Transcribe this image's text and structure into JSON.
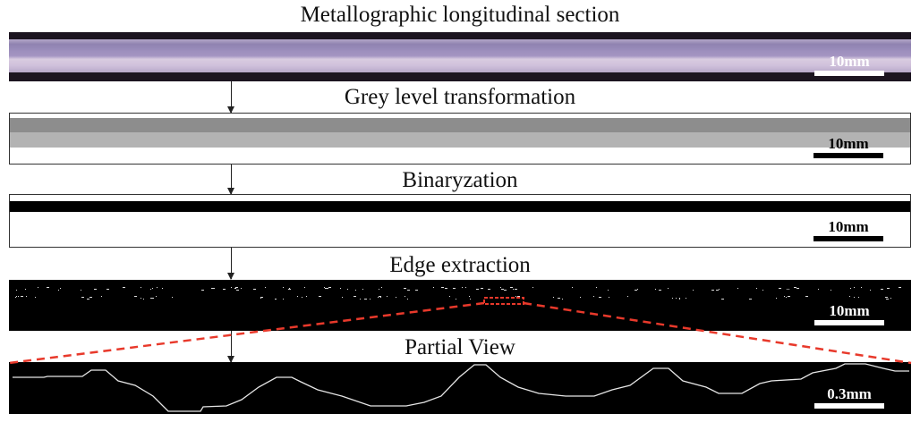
{
  "steps": [
    {
      "title": "Metallographic longitudinal section",
      "scale_label": "10mm"
    },
    {
      "title": "Grey level transformation",
      "scale_label": "10mm"
    },
    {
      "title": "Binaryzation",
      "scale_label": "10mm"
    },
    {
      "title": "Edge extraction",
      "scale_label": "10mm"
    },
    {
      "title": "Partial View",
      "scale_label": "0.3mm"
    }
  ],
  "colors": {
    "zoom_indicator": "#e8392b",
    "edge_trace": "#e6e6e6",
    "sample_tint": "#b9a9cf"
  }
}
